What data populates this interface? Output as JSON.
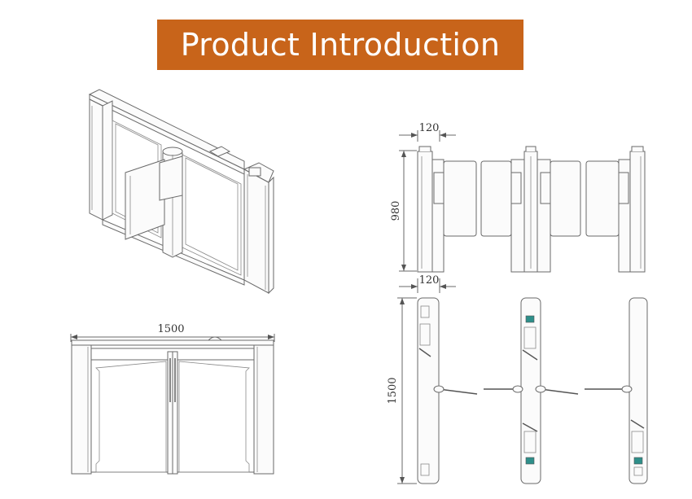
{
  "banner": {
    "title": "Product Introduction",
    "color": "#c8641a"
  },
  "dimensions": {
    "front_width": "1500",
    "side_depth_top": "120",
    "side_height": "980",
    "plan_depth_top": "120",
    "plan_length": "1500"
  }
}
